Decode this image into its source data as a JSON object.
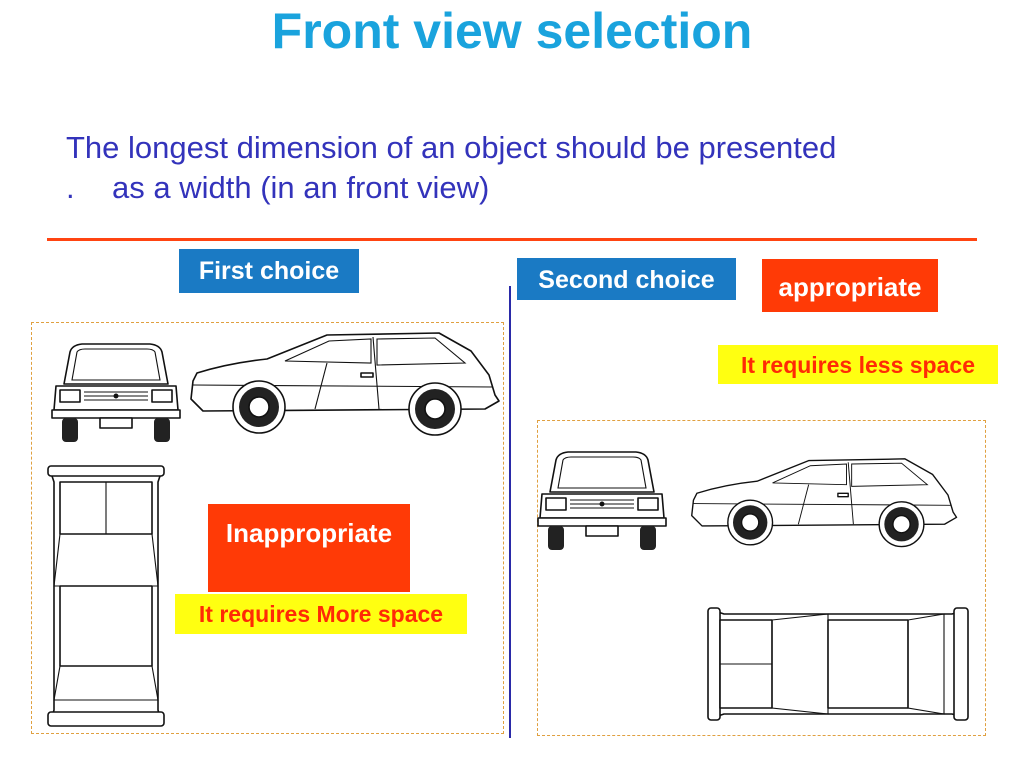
{
  "slide": {
    "title": "Front view selection",
    "text_line1": "The longest dimension of an object should be presented",
    "text_line2_bullet": ".",
    "text_line2": "as a width (in an front view)"
  },
  "left_panel": {
    "label": "First choice",
    "verdict": "Inappropriate",
    "note": "It requires More space"
  },
  "right_panel": {
    "label": "Second choice",
    "verdict": "appropriate",
    "note": "It requires less space"
  },
  "colors": {
    "title": "#1aa3dd",
    "body_text": "#3333bb",
    "divider": "#ff4411",
    "label_blue": "#1a7ac4",
    "label_red": "#ff3a06",
    "label_yellow": "#ffff11"
  }
}
